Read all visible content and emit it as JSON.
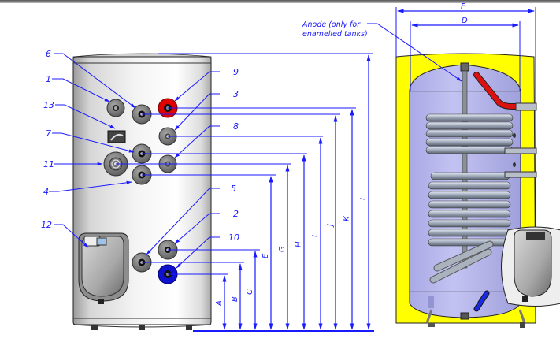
{
  "diagram": {
    "title": "Hot water storage tank with two coils - connections and dimensions",
    "views": [
      "front-exterior",
      "cross-section"
    ],
    "callouts": [
      {
        "id": "1",
        "label": "1"
      },
      {
        "id": "2",
        "label": "2"
      },
      {
        "id": "3",
        "label": "3"
      },
      {
        "id": "4",
        "label": "4"
      },
      {
        "id": "5",
        "label": "5"
      },
      {
        "id": "6",
        "label": "6"
      },
      {
        "id": "7",
        "label": "7"
      },
      {
        "id": "8",
        "label": "8"
      },
      {
        "id": "9",
        "label": "9"
      },
      {
        "id": "10",
        "label": "10"
      },
      {
        "id": "11",
        "label": "11"
      },
      {
        "id": "12",
        "label": "12"
      },
      {
        "id": "13",
        "label": "13"
      }
    ],
    "height_dimensions": [
      "A",
      "B",
      "C",
      "E",
      "G",
      "H",
      "I",
      "J",
      "K",
      "L"
    ],
    "width_dimensions": [
      "F",
      "D"
    ],
    "anode_note_line1": "Anode (only for",
    "anode_note_line2": "enamelled tanks)",
    "colors": {
      "annotation": "#1a1aff",
      "hot_outlet": "#e00000",
      "cold_inlet": "#1010d0",
      "insulation": "#ffff00",
      "tank_interior": "#b4b4ee",
      "jacket": "#e6e6e6"
    }
  }
}
